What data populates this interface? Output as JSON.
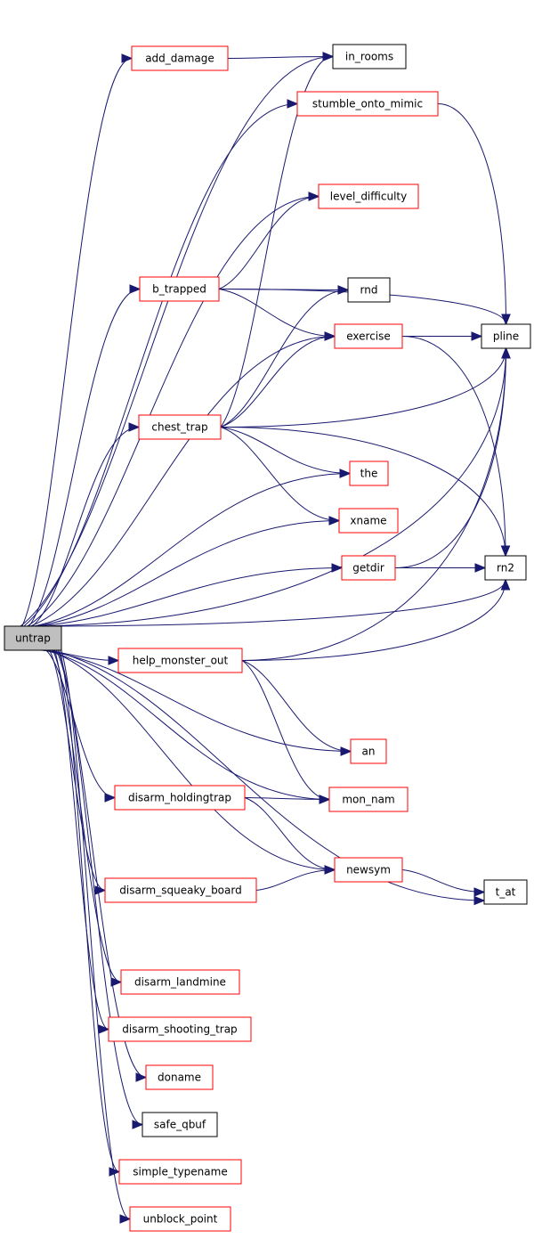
{
  "colors": {
    "edge": "#191970",
    "documented_border": "#ff0000",
    "undocumented_border": "#000000",
    "root_fill": "#bfbfbf"
  },
  "nodes": [
    {
      "id": "untrap",
      "label": "untrap",
      "border": "black",
      "root": true
    },
    {
      "id": "add_damage",
      "label": "add_damage",
      "border": "red"
    },
    {
      "id": "in_rooms",
      "label": "in_rooms",
      "border": "black"
    },
    {
      "id": "stumble_onto_mimic",
      "label": "stumble_onto_mimic",
      "border": "red"
    },
    {
      "id": "level_difficulty",
      "label": "level_difficulty",
      "border": "red"
    },
    {
      "id": "b_trapped",
      "label": "b_trapped",
      "border": "red"
    },
    {
      "id": "rnd",
      "label": "rnd",
      "border": "black"
    },
    {
      "id": "exercise",
      "label": "exercise",
      "border": "red"
    },
    {
      "id": "pline",
      "label": "pline",
      "border": "black"
    },
    {
      "id": "chest_trap",
      "label": "chest_trap",
      "border": "red"
    },
    {
      "id": "the",
      "label": "the",
      "border": "red"
    },
    {
      "id": "xname",
      "label": "xname",
      "border": "red"
    },
    {
      "id": "getdir",
      "label": "getdir",
      "border": "red"
    },
    {
      "id": "rn2",
      "label": "rn2",
      "border": "black"
    },
    {
      "id": "help_monster_out",
      "label": "help_monster_out",
      "border": "red"
    },
    {
      "id": "an",
      "label": "an",
      "border": "red"
    },
    {
      "id": "disarm_holdingtrap",
      "label": "disarm_holdingtrap",
      "border": "red"
    },
    {
      "id": "mon_nam",
      "label": "mon_nam",
      "border": "red"
    },
    {
      "id": "newsym",
      "label": "newsym",
      "border": "red"
    },
    {
      "id": "disarm_squeaky_board",
      "label": "disarm_squeaky_board",
      "border": "red"
    },
    {
      "id": "t_at",
      "label": "t_at",
      "border": "black"
    },
    {
      "id": "disarm_landmine",
      "label": "disarm_landmine",
      "border": "red"
    },
    {
      "id": "disarm_shooting_trap",
      "label": "disarm_shooting_trap",
      "border": "red"
    },
    {
      "id": "doname",
      "label": "doname",
      "border": "red"
    },
    {
      "id": "safe_qbuf",
      "label": "safe_qbuf",
      "border": "black"
    },
    {
      "id": "simple_typename",
      "label": "simple_typename",
      "border": "red"
    },
    {
      "id": "unblock_point",
      "label": "unblock_point",
      "border": "red"
    }
  ],
  "edges": [
    [
      "untrap",
      "in_rooms"
    ],
    [
      "untrap",
      "add_damage"
    ],
    [
      "untrap",
      "stumble_onto_mimic"
    ],
    [
      "untrap",
      "pline"
    ],
    [
      "untrap",
      "level_difficulty"
    ],
    [
      "untrap",
      "b_trapped"
    ],
    [
      "untrap",
      "exercise"
    ],
    [
      "untrap",
      "chest_trap"
    ],
    [
      "untrap",
      "the"
    ],
    [
      "untrap",
      "xname"
    ],
    [
      "untrap",
      "getdir"
    ],
    [
      "untrap",
      "rn2"
    ],
    [
      "untrap",
      "help_monster_out"
    ],
    [
      "untrap",
      "an"
    ],
    [
      "untrap",
      "mon_nam"
    ],
    [
      "untrap",
      "disarm_holdingtrap"
    ],
    [
      "untrap",
      "newsym"
    ],
    [
      "untrap",
      "disarm_squeaky_board"
    ],
    [
      "untrap",
      "t_at"
    ],
    [
      "untrap",
      "disarm_landmine"
    ],
    [
      "untrap",
      "disarm_shooting_trap"
    ],
    [
      "untrap",
      "doname"
    ],
    [
      "untrap",
      "safe_qbuf"
    ],
    [
      "untrap",
      "simple_typename"
    ],
    [
      "untrap",
      "unblock_point"
    ],
    [
      "add_damage",
      "in_rooms"
    ],
    [
      "stumble_onto_mimic",
      "pline"
    ],
    [
      "b_trapped",
      "level_difficulty"
    ],
    [
      "b_trapped",
      "pline"
    ],
    [
      "b_trapped",
      "rnd"
    ],
    [
      "b_trapped",
      "exercise"
    ],
    [
      "exercise",
      "pline"
    ],
    [
      "exercise",
      "rn2"
    ],
    [
      "chest_trap",
      "in_rooms"
    ],
    [
      "chest_trap",
      "exercise"
    ],
    [
      "chest_trap",
      "pline"
    ],
    [
      "chest_trap",
      "rnd"
    ],
    [
      "chest_trap",
      "the"
    ],
    [
      "chest_trap",
      "xname"
    ],
    [
      "chest_trap",
      "rn2"
    ],
    [
      "getdir",
      "pline"
    ],
    [
      "getdir",
      "rn2"
    ],
    [
      "help_monster_out",
      "pline"
    ],
    [
      "help_monster_out",
      "rn2"
    ],
    [
      "help_monster_out",
      "an"
    ],
    [
      "help_monster_out",
      "mon_nam"
    ],
    [
      "disarm_holdingtrap",
      "mon_nam"
    ],
    [
      "disarm_holdingtrap",
      "newsym"
    ],
    [
      "disarm_squeaky_board",
      "newsym"
    ],
    [
      "newsym",
      "t_at"
    ]
  ]
}
